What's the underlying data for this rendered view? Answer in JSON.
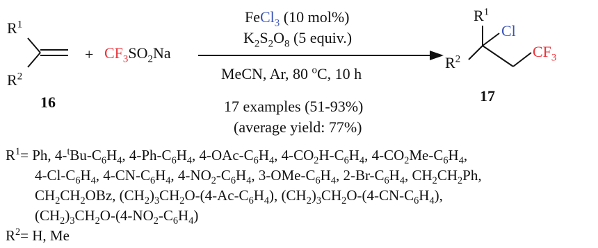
{
  "colors": {
    "red": "#e8323a",
    "blue": "#3b55b8",
    "ink": "#111111"
  },
  "reactant": {
    "r1": "R",
    "r1_sup": "1",
    "r2": "R",
    "r2_sup": "2",
    "label": "16"
  },
  "plus": "+",
  "reagent": {
    "cf3": "CF",
    "cf3_sub": "3",
    "rest": "SO",
    "rest_sub": "2",
    "na": "Na"
  },
  "conditions": {
    "line1_fe": "Fe",
    "line1_cl": "Cl",
    "line1_cl_sub": "3",
    "line1_rest": " (10 mol%)",
    "line2_k": "K",
    "line2_k_sub": "2",
    "line2_s": "S",
    "line2_s_sub": "2",
    "line2_o": "O",
    "line2_o_sub": "8",
    "line2_rest": " (5 equiv.)",
    "line3": "MeCN, Ar, 80 ",
    "line3_deg": "o",
    "line3_rest": "C, 10 h",
    "examples": "17 examples (51-93%)",
    "average": "(average yield: 77%)"
  },
  "product": {
    "r1": "R",
    "r1_sup": "1",
    "r2": "R",
    "r2_sup": "2",
    "cl": "Cl",
    "cf3": "CF",
    "cf3_sub": "3",
    "label": "17"
  },
  "substituents": {
    "r1_label": "R",
    "r1_sup": "1",
    "r1_eq": "= ",
    "r2_label": "R",
    "r2_sup": "2",
    "r2_rest": "= H, Me"
  }
}
